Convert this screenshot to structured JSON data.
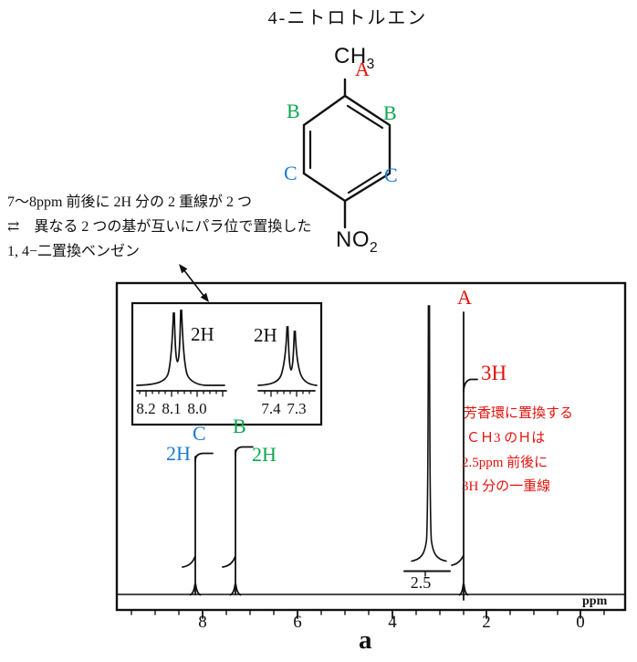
{
  "title": "4-ニトロトルエン",
  "structure": {
    "ch3_main": "CH",
    "ch3_sub": "3",
    "label_a": "A",
    "label_b_left": "B",
    "label_b_right": "B",
    "label_c_left": "C",
    "label_c_right": "C",
    "no2_main": "NO",
    "no2_sub": "2"
  },
  "note_left": {
    "line1": "7～8ppm 前後に 2H 分の 2 重線が 2 つ",
    "line2": "⇄　異なる 2 つの基が互いにパラ位で置換した",
    "line3": "1, 4−二置換ベンゼン"
  },
  "inset": {
    "left_integration": "2H",
    "right_integration": "2H",
    "left_ticks": [
      "8.2",
      "8.1",
      "8.0"
    ],
    "right_ticks": [
      "7.4",
      "7.3"
    ]
  },
  "plot": {
    "peak_c_integration": "2H",
    "peak_c_label": "C",
    "peak_b_label": "B",
    "peak_b_integration": "2H",
    "peak_a_label": "A",
    "peak_a_integration": "3H",
    "shift_label": "2.5",
    "unit_label": "ppm",
    "x_ticks": [
      "8",
      "6",
      "4",
      "2",
      "0"
    ],
    "note_red": {
      "line1": "芳香環に置換する",
      "line2": "ＣＨ3 のＨは",
      "line3": "2.5ppm 前後に",
      "line4": "3H 分の一重線"
    },
    "caption": "a"
  },
  "colors": {
    "red": "#e3120b",
    "green": "#0ca750",
    "blue": "#1b7ad0",
    "ink": "#111111"
  },
  "chart_data": {
    "type": "line",
    "title": "4-ニトロトルエン (4-nitrotoluene) 1H NMR spectrum",
    "xlabel": "ppm",
    "x_range": [
      9.8,
      -1.0
    ],
    "x_ticks": [
      8,
      6,
      4,
      2,
      0
    ],
    "x_minor_tick_step": 0.5,
    "peaks": [
      {
        "label": "C",
        "shift_ppm": 8.1,
        "integration": "2H",
        "multiplicity": "doublet"
      },
      {
        "label": "B",
        "shift_ppm": 7.3,
        "integration": "2H",
        "multiplicity": "doublet"
      },
      {
        "label": "A",
        "shift_ppm": 2.5,
        "integration": "3H",
        "multiplicity": "singlet"
      }
    ],
    "insets": [
      {
        "window_ppm": [
          8.2,
          8.0
        ],
        "tick_labels": [
          8.2,
          8.1,
          8.0
        ],
        "peak_ppm": 8.08,
        "integration": "2H",
        "multiplicity": "doublet"
      },
      {
        "window_ppm": [
          7.4,
          7.3
        ],
        "tick_labels": [
          7.4,
          7.3
        ],
        "peak_ppm": 7.32,
        "integration": "2H",
        "multiplicity": "doublet"
      }
    ],
    "annotations": [
      "7～8ppm 前後に 2H 分の 2 重線が 2 つ",
      "⇄　異なる 2 つの基が互いにパラ位で置換した",
      "1, 4−二置換ベンゼン",
      "芳香環に置換する ＣＨ3 のＨは 2.5ppm 前後に 3H 分の一重線"
    ],
    "caption": "a"
  }
}
